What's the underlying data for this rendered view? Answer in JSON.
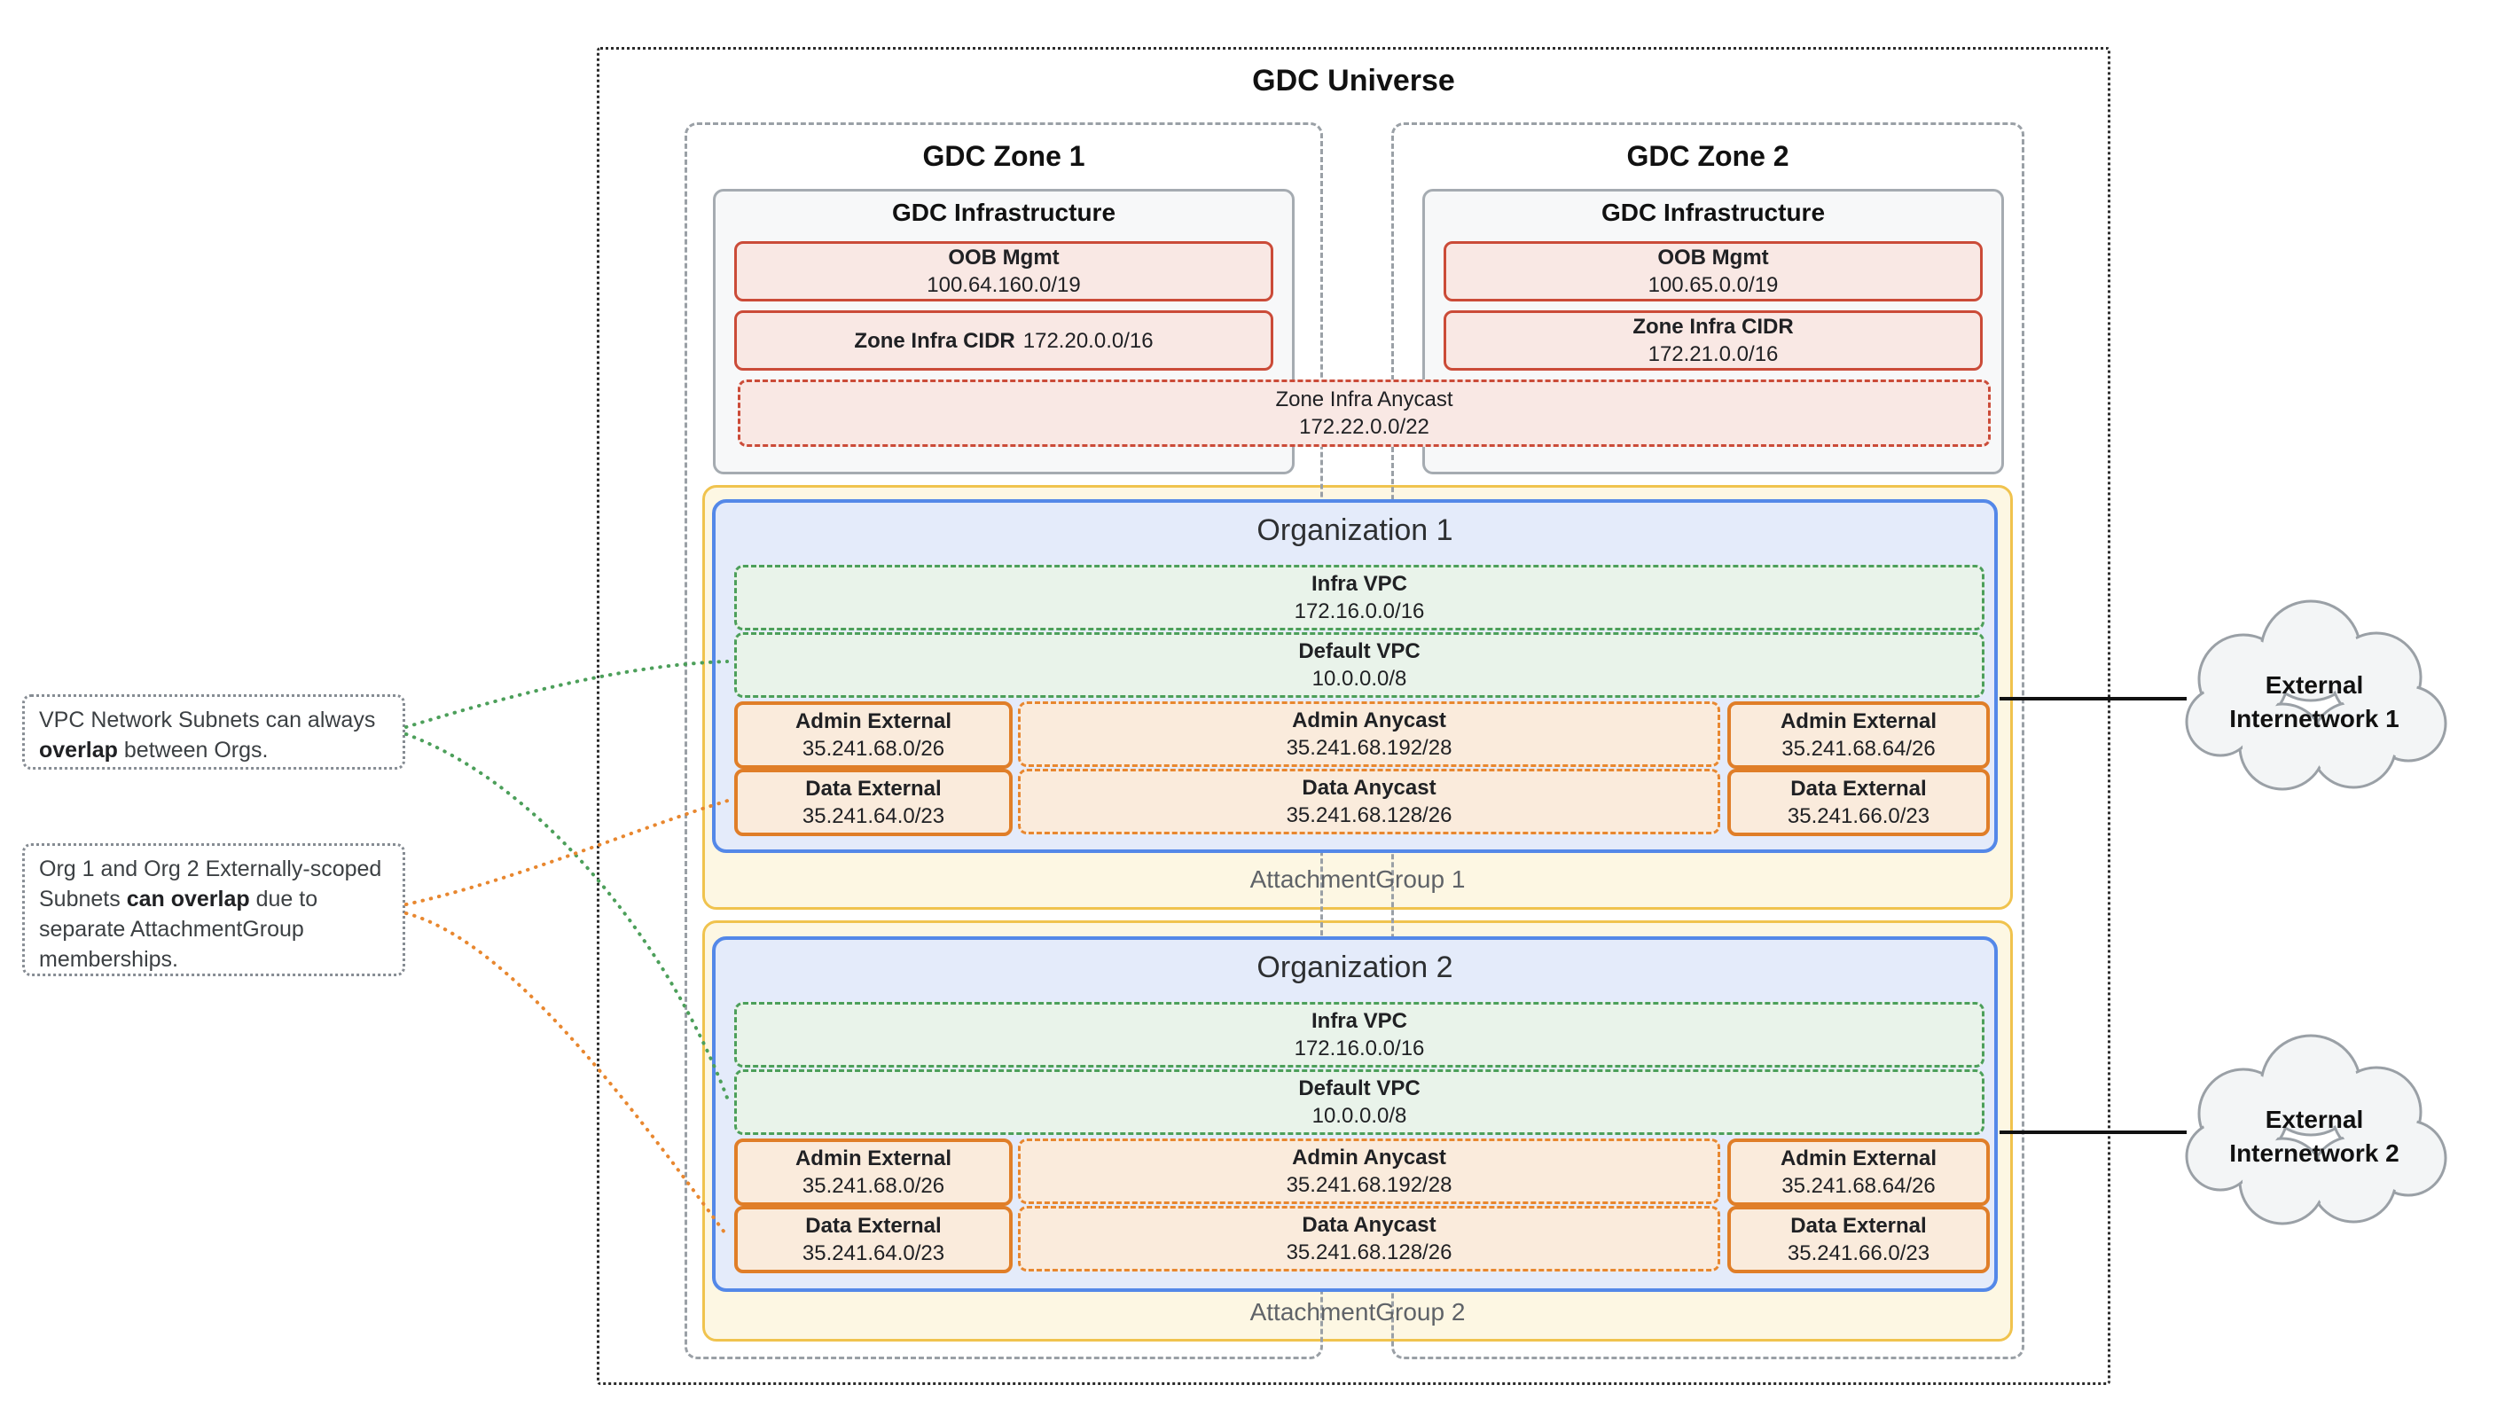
{
  "universe": {
    "title": "GDC Universe"
  },
  "zones": [
    {
      "title": "GDC Zone 1",
      "infrastructure": {
        "title": "GDC Infrastructure",
        "oob": {
          "label": "OOB Mgmt",
          "cidr": "100.64.160.0/19"
        },
        "zone_infra": {
          "label": "Zone Infra CIDR",
          "cidr": "172.20.0.0/16"
        }
      }
    },
    {
      "title": "GDC Zone 2",
      "infrastructure": {
        "title": "GDC Infrastructure",
        "oob": {
          "label": "OOB Mgmt",
          "cidr": "100.65.0.0/19"
        },
        "zone_infra": {
          "label": "Zone Infra CIDR",
          "cidr": "172.21.0.0/16"
        }
      }
    }
  ],
  "zone_infra_anycast": {
    "label": "Zone Infra Anycast",
    "cidr": "172.22.0.0/22"
  },
  "organizations": [
    {
      "title": "Organization 1",
      "attachment_group_label": "AttachmentGroup 1",
      "vpcs": [
        {
          "label": "Infra VPC",
          "cidr": "172.16.0.0/16"
        },
        {
          "label": "Default VPC",
          "cidr": "10.0.0.0/8"
        }
      ],
      "subnets": [
        {
          "label": "Admin External",
          "cidr": "35.241.68.0/26",
          "border": "solid"
        },
        {
          "label": "Admin Anycast",
          "cidr": "35.241.68.192/28",
          "border": "dashed"
        },
        {
          "label": "Admin External",
          "cidr": "35.241.68.64/26",
          "border": "solid"
        },
        {
          "label": "Data External",
          "cidr": "35.241.64.0/23",
          "border": "solid"
        },
        {
          "label": "Data Anycast",
          "cidr": "35.241.68.128/26",
          "border": "dashed"
        },
        {
          "label": "Data External",
          "cidr": "35.241.66.0/23",
          "border": "solid"
        }
      ]
    },
    {
      "title": "Organization 2",
      "attachment_group_label": "AttachmentGroup 2",
      "vpcs": [
        {
          "label": "Infra VPC",
          "cidr": "172.16.0.0/16"
        },
        {
          "label": "Default VPC",
          "cidr": "10.0.0.0/8"
        }
      ],
      "subnets": [
        {
          "label": "Admin External",
          "cidr": "35.241.68.0/26",
          "border": "solid"
        },
        {
          "label": "Admin Anycast",
          "cidr": "35.241.68.192/28",
          "border": "dashed"
        },
        {
          "label": "Admin External",
          "cidr": "35.241.68.64/26",
          "border": "solid"
        },
        {
          "label": "Data External",
          "cidr": "35.241.64.0/23",
          "border": "solid"
        },
        {
          "label": "Data Anycast",
          "cidr": "35.241.68.128/26",
          "border": "dashed"
        },
        {
          "label": "Data External",
          "cidr": "35.241.66.0/23",
          "border": "solid"
        }
      ]
    }
  ],
  "annotations": [
    {
      "pre": "VPC Network Subnets can always ",
      "bold": "overlap",
      "post": " between Orgs."
    },
    {
      "pre": "Org 1 and Org 2 Externally-scoped Subnets ",
      "bold": "can overlap",
      "post": " due to separate AttachmentGroup memberships."
    }
  ],
  "external_networks": [
    {
      "line1": "External",
      "line2": "Internetwork 1"
    },
    {
      "line1": "External",
      "line2": "Internetwork 2"
    }
  ],
  "colors": {
    "red_border": "#cb4b38",
    "red_bg": "#f9e8e4",
    "orange_border": "#e07e28",
    "orange_bg": "#faebdc",
    "green_border": "#4c9f5a",
    "green_bg": "#e9f3ea",
    "blue_border": "#5488e8",
    "blue_bg": "#e4ebfa",
    "yellow_border": "#f0c34e",
    "yellow_bg": "#fdf7e3",
    "gray_border": "#9aa0a6",
    "gray_bg": "#f7f8f9",
    "annotation_text": "#3c4043",
    "ag_label_text": "#5f6368"
  }
}
